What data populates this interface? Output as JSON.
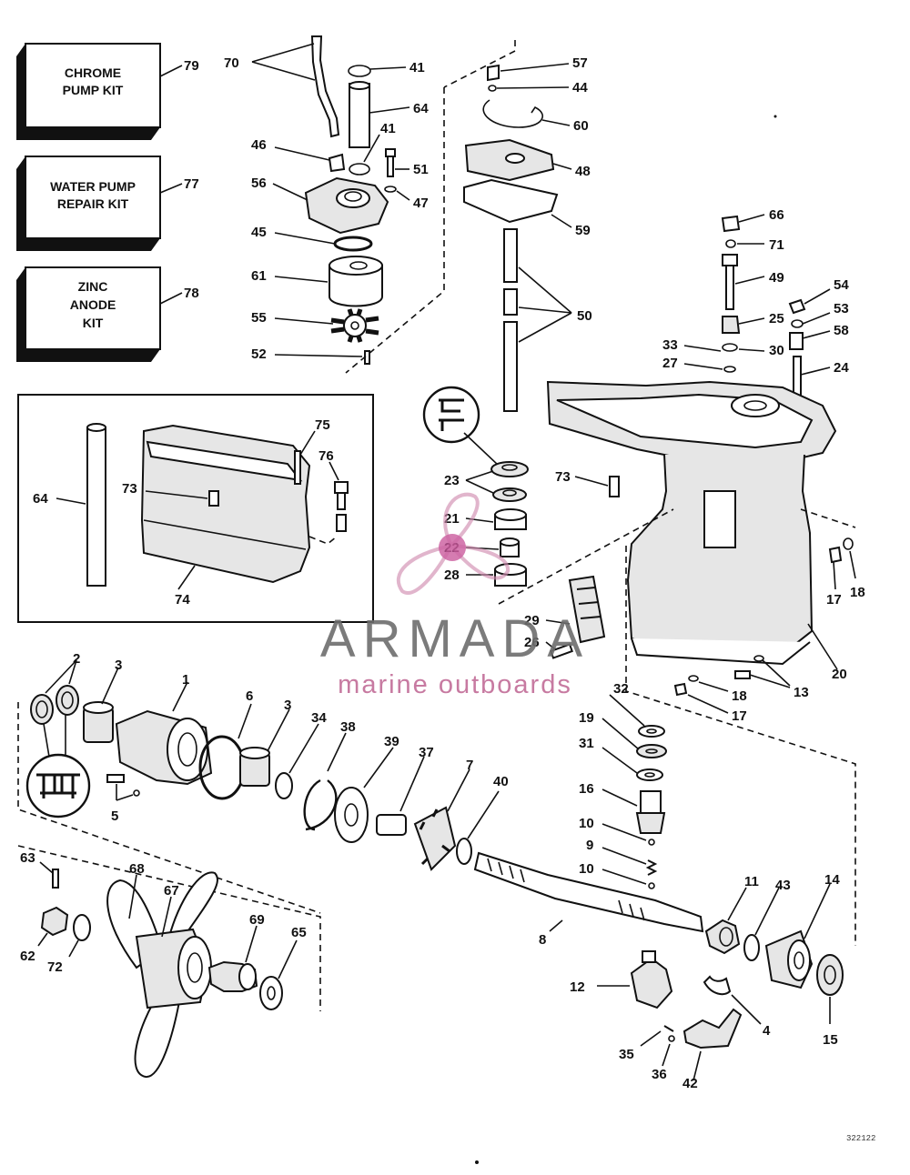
{
  "kits": [
    {
      "line1": "CHROME",
      "line2": "PUMP KIT",
      "line3": "",
      "number": "79"
    },
    {
      "line1": "WATER PUMP",
      "line2": "REPAIR KIT",
      "line3": "",
      "number": "77"
    },
    {
      "line1": "ZINC",
      "line2": "ANODE",
      "line3": "KIT",
      "number": "78"
    }
  ],
  "callouts": {
    "c70": "70",
    "c41a": "41",
    "c64a": "64",
    "c41b": "41",
    "c46": "46",
    "c51": "51",
    "c56": "56",
    "c47": "47",
    "c45": "45",
    "c61": "61",
    "c55": "55",
    "c52": "52",
    "c57": "57",
    "c44": "44",
    "c60": "60",
    "c48": "48",
    "c59": "59",
    "c50": "50",
    "c66": "66",
    "c71": "71",
    "c49": "49",
    "c54": "54",
    "c53": "53",
    "c25": "25",
    "c58": "58",
    "c33": "33",
    "c30": "30",
    "c27": "27",
    "c24": "24",
    "c75": "75",
    "c76": "76",
    "c73a": "73",
    "c64b": "64",
    "c74": "74",
    "c23": "23",
    "c21": "21",
    "c22": "22",
    "c28": "28",
    "c73b": "73",
    "c29": "29",
    "c26": "26",
    "c17a": "17",
    "c18a": "18",
    "c20": "20",
    "c13": "13",
    "c18b": "18",
    "c17b": "17",
    "c2": "2",
    "c3a": "3",
    "c1": "1",
    "c6": "6",
    "c3b": "3",
    "c34": "34",
    "c38": "38",
    "c39": "39",
    "c37": "37",
    "c7": "7",
    "c40": "40",
    "c5": "5",
    "c32": "32",
    "c19": "19",
    "c31": "31",
    "c16": "16",
    "c10a": "10",
    "c9": "9",
    "c10b": "10",
    "c63": "63",
    "c68": "68",
    "c67": "67",
    "c69": "69",
    "c65": "65",
    "c62": "62",
    "c72": "72",
    "c8": "8",
    "c11": "11",
    "c43": "43",
    "c14": "14",
    "c12": "12",
    "c4": "4",
    "c15": "15",
    "c35": "35",
    "c36": "36",
    "c42": "42"
  },
  "watermark": {
    "brand": "ARMADA",
    "tagline": "marine outboards"
  },
  "drawing_code": "322122",
  "colors": {
    "ink": "#111111",
    "watermark_gray": "#6d6d6d",
    "watermark_pink": "#c26c97"
  }
}
